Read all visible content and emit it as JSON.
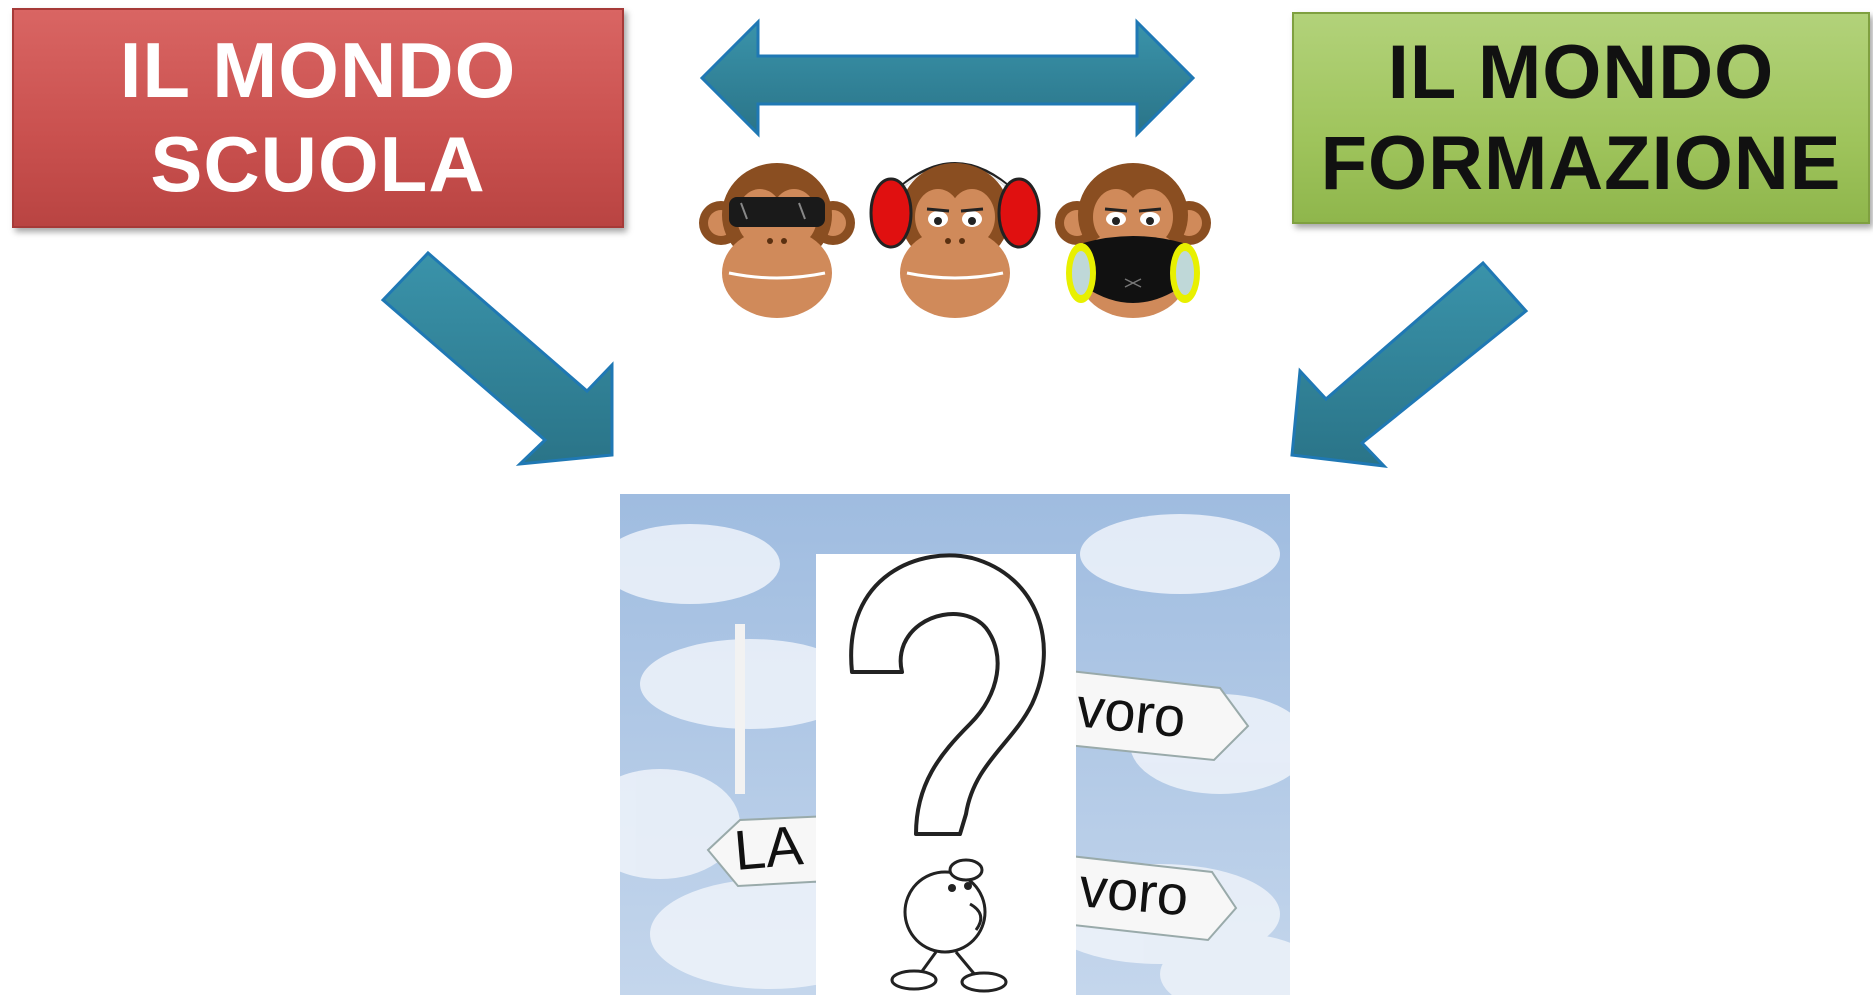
{
  "left_box": {
    "line1": "IL MONDO",
    "line2": "SCUOLA"
  },
  "right_box": {
    "line1": "IL MONDO",
    "line2": "FORMAZIONE"
  },
  "photo": {
    "sign_top": "voro",
    "sign_left": "LA",
    "sign_bottom": "voro"
  },
  "colors": {
    "left_box": "#cd5856",
    "right_box": "#a4c862",
    "arrow": "#31849b",
    "sky": "#a9c3e3"
  },
  "icons": [
    "double-arrow-icon",
    "see-no-evil-monkey-icon",
    "hear-no-evil-monkey-icon",
    "speak-no-evil-monkey-icon",
    "arrow-down-right-icon",
    "arrow-down-left-icon",
    "question-mark-icon",
    "thinking-figure-icon"
  ]
}
